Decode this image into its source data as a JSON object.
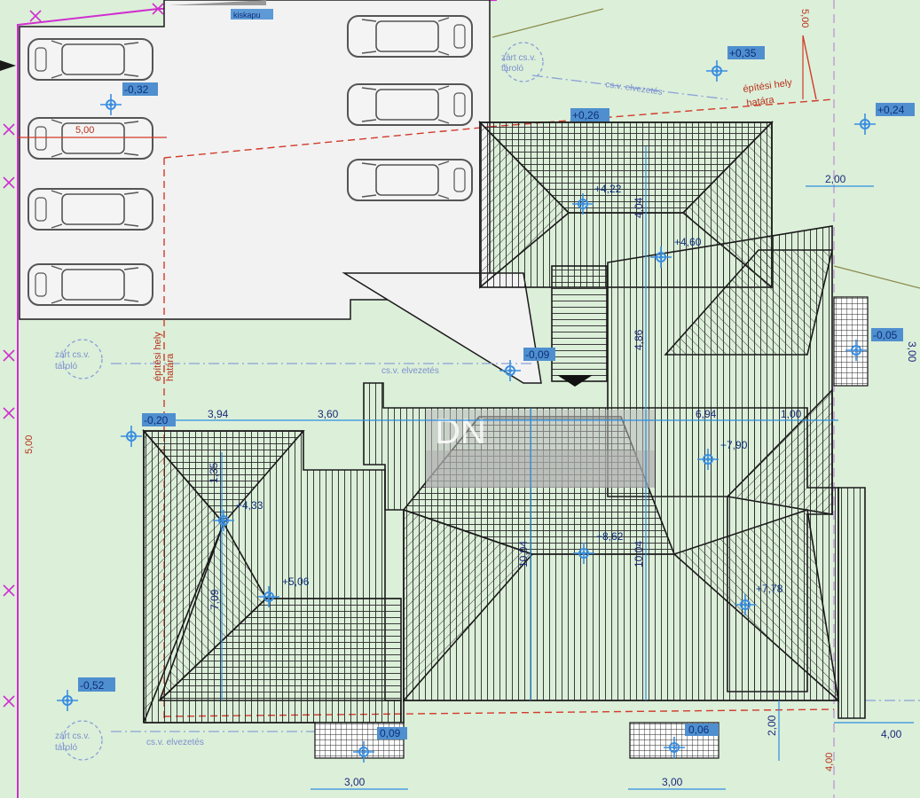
{
  "colors": {
    "background": "#dcefd9",
    "parking": "#f2f2f2",
    "roof_stroke": "#1a1a1a",
    "property_line": "#d02fd0",
    "building_limit": "#d23a2a",
    "utility_line": "#8aa1d8",
    "dimension_line": "#2d8fe0",
    "level_badge": "#4f8fcf"
  },
  "gate_label": "kiskapu",
  "level_marks": [
    "-0,32",
    "+0,35",
    "+0,24",
    "+0,26",
    "+4,22",
    "+4,60",
    "-0,05",
    "-0,09",
    "-0,20",
    "+7,90",
    "+4,33",
    "+5,06",
    "+8,62",
    "+7,78",
    "-0,52",
    "0,09",
    "0,06"
  ],
  "dimensions": [
    "5,00",
    "2,00",
    "3,94",
    "3,60",
    "6,94",
    "1,00",
    "1,35",
    "7,09",
    "10,04",
    "10,04",
    "4,04",
    "4,86",
    "2,00",
    "3,00",
    "3,00",
    "4,00",
    "4,00",
    "5,00",
    "3,00",
    "5,00"
  ],
  "annotations": {
    "building_limit_right": [
      "építési hely",
      "határa"
    ],
    "building_limit_left": [
      "építési hely",
      "határa"
    ],
    "septic_tank": [
      "zárt cs.v.",
      "tároló"
    ],
    "sewer_line": "cs.v. elvezetés"
  },
  "watermark": "DN"
}
